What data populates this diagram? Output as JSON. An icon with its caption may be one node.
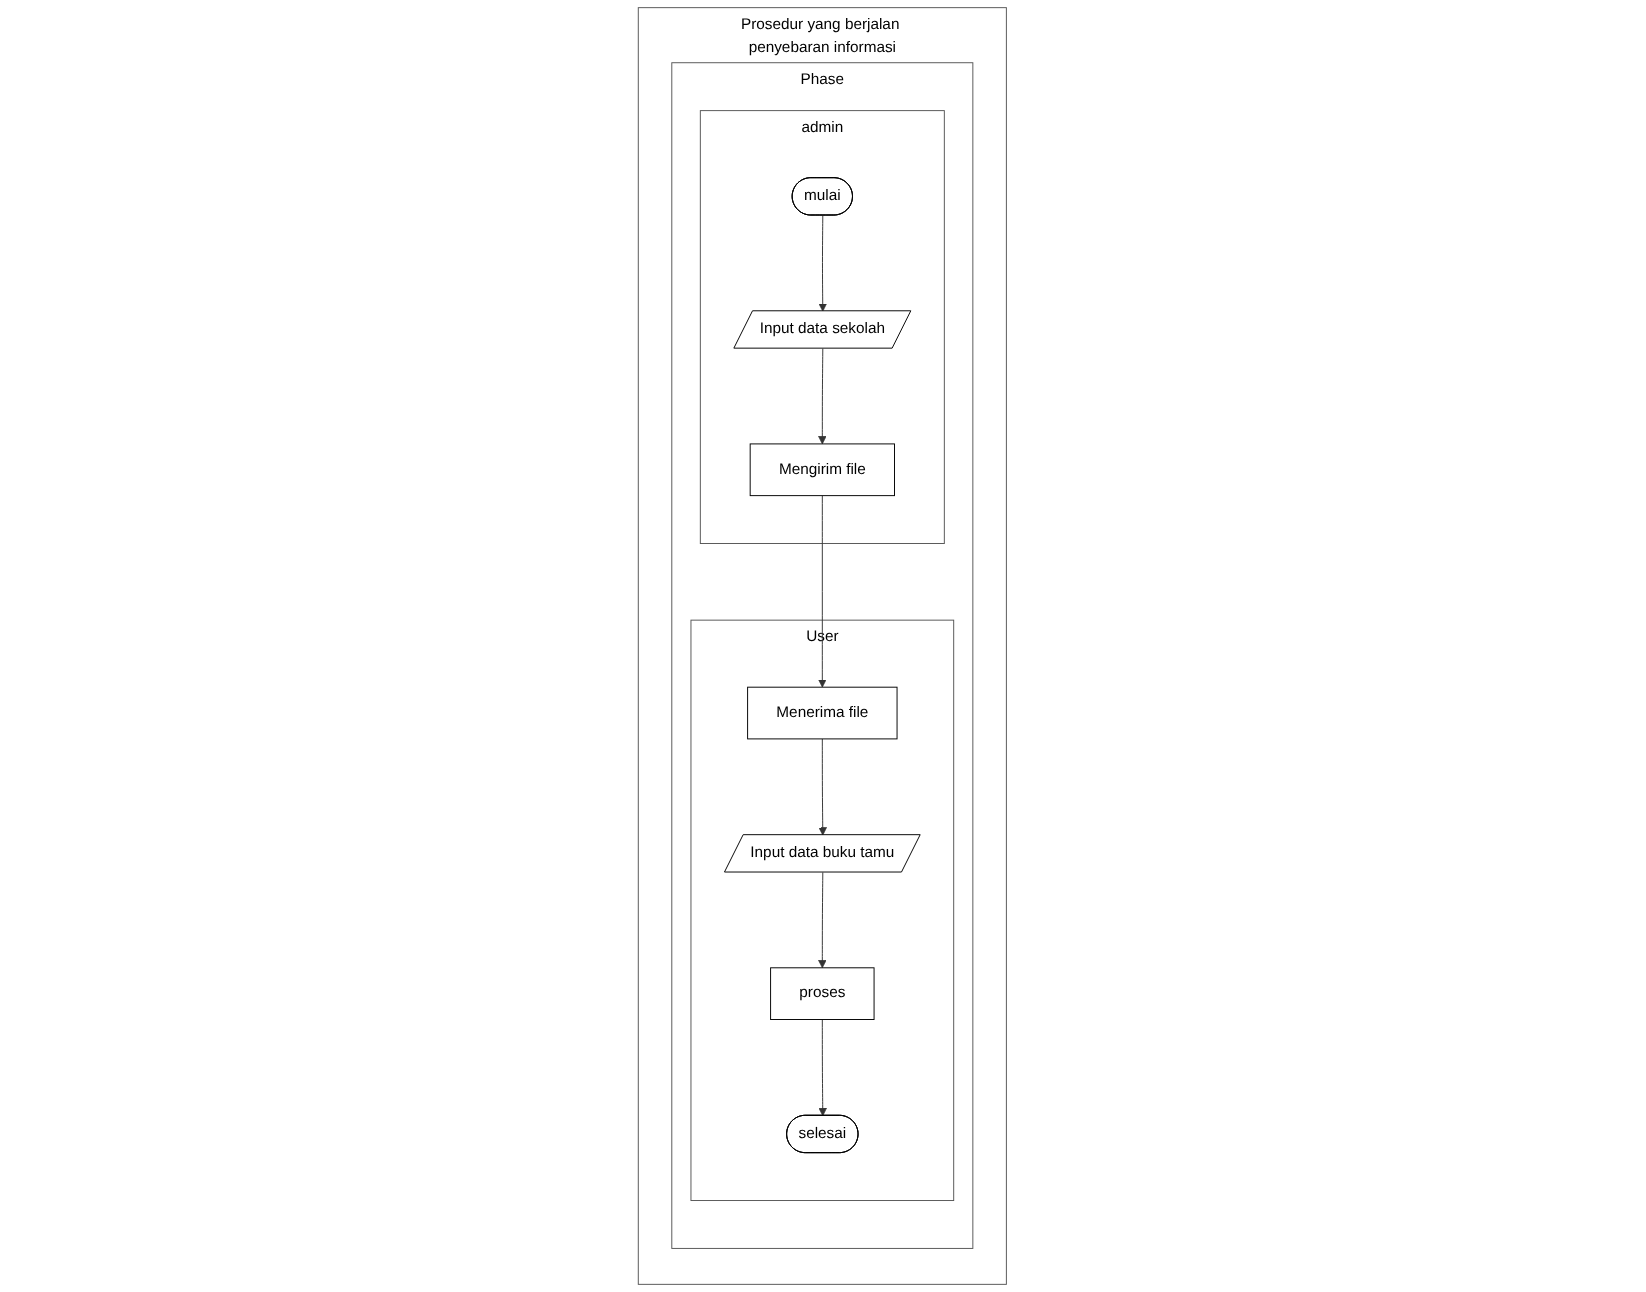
{
  "diagram": {
    "nodes": [
      {
        "text": [
          "Prosedur yang berjalan penyebaran informasi"
        ]
      },
      {
        "text": [
          "Phase"
        ],
        "in": 0
      },
      {
        "text": [
          "admin"
        ],
        "in": 1
      },
      {
        "text": [
          "User"
        ],
        "in": 1
      },
      {
        "text": [
          "mulai"
        ],
        "in": 2
      },
      {
        "text": [
          "Input data sekolah"
        ],
        "in": 2
      },
      {
        "text": [
          "Mengirim file"
        ],
        "in": 2
      },
      {
        "text": [
          "Menerima file"
        ],
        "in": 3
      },
      {
        "text": [
          "Input data buku tamu"
        ],
        "in": 3
      },
      {
        "text": [
          "proses"
        ],
        "in": 3
      },
      {
        "text": [
          "selesai"
        ],
        "in": 3
      }
    ],
    "edges": [
      {
        "from": 4,
        "to": 5,
        "arrow": "to"
      },
      {
        "from": 5,
        "to": 6,
        "arrow": "to"
      },
      {
        "from": 6,
        "to": 7,
        "arrow": "to"
      },
      {
        "from": 7,
        "to": 8,
        "arrow": "to"
      },
      {
        "from": 8,
        "to": 9,
        "arrow": "to"
      },
      {
        "from": 9,
        "to": 10,
        "arrow": "to"
      }
    ]
  }
}
